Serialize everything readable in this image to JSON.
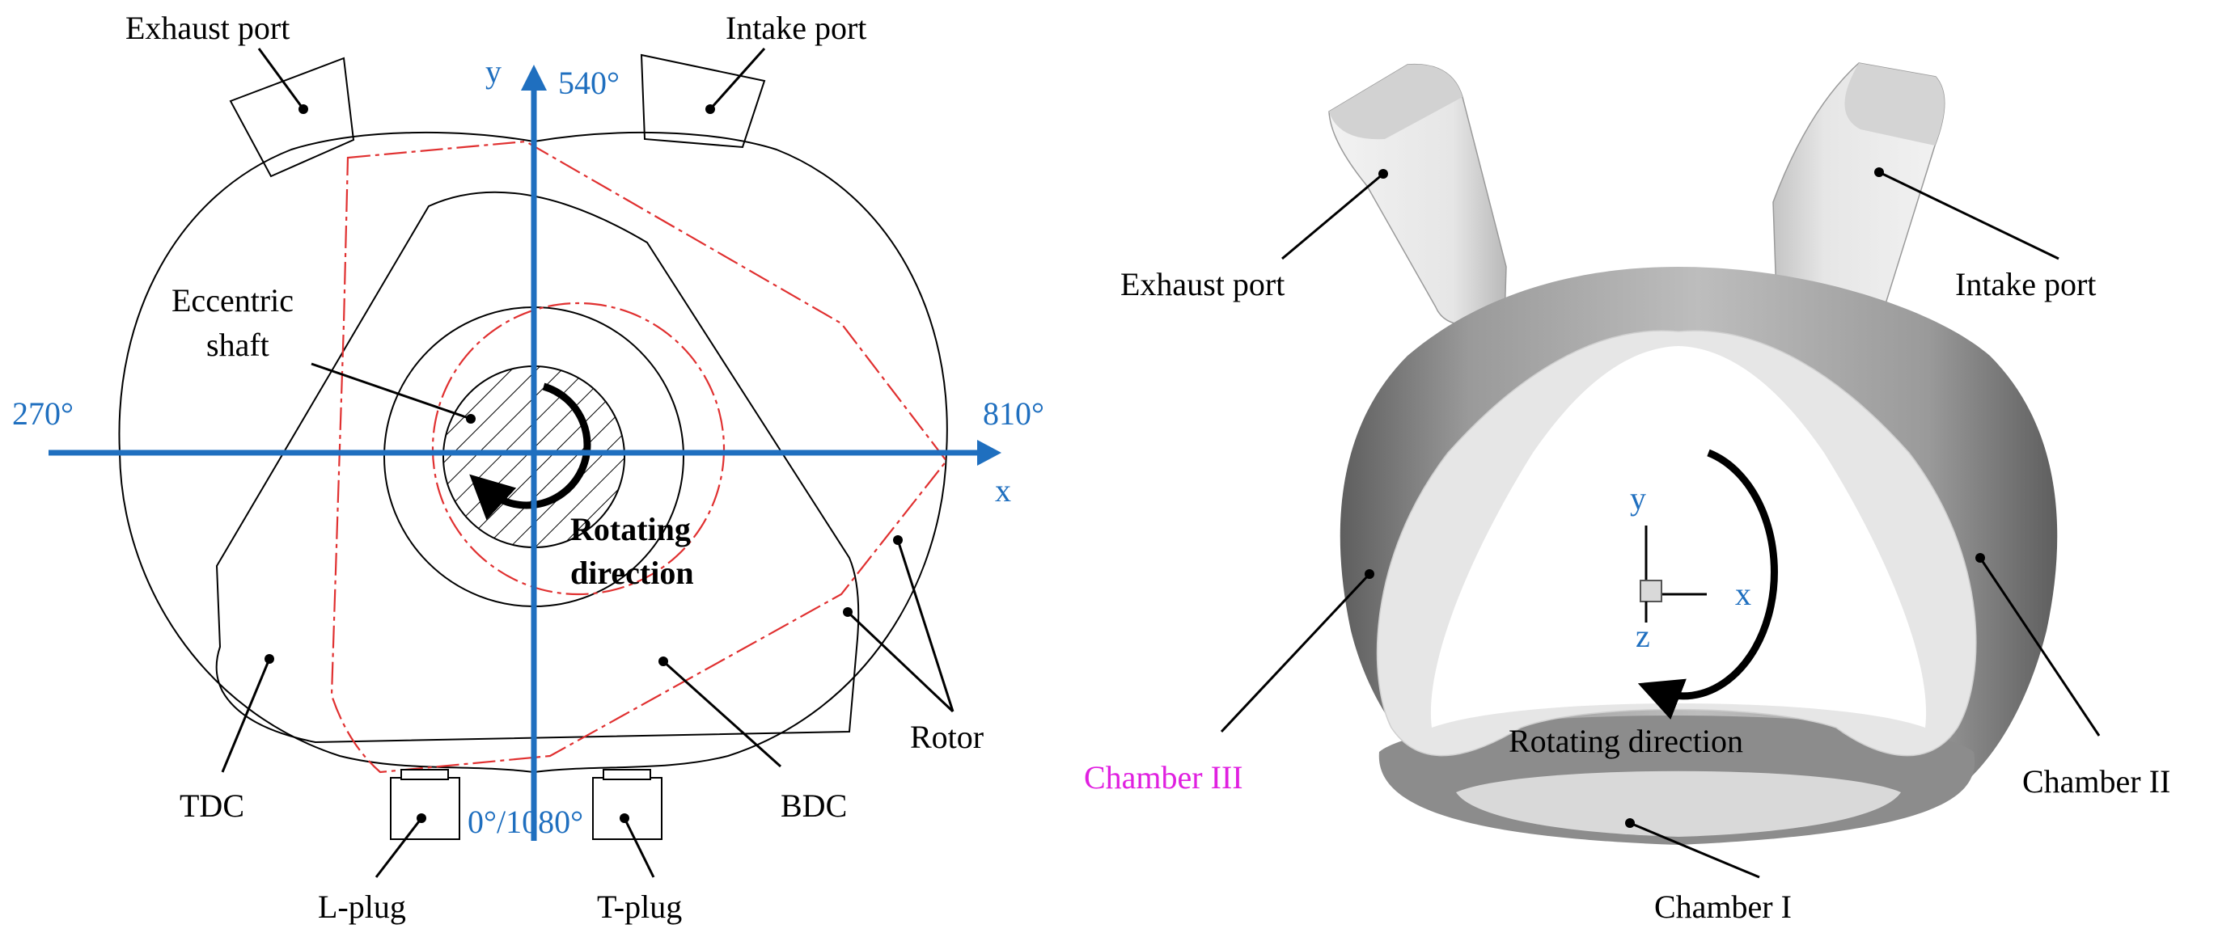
{
  "colors": {
    "axis_blue": "#1f6fbf",
    "rotor_red": "#e03030",
    "chamber_iii_magenta": "#e020e0",
    "housing_light": "#e4e4e4",
    "housing_mid": "#9a9a9a",
    "housing_dark": "#6e6e6e"
  },
  "left_diagram": {
    "axis_y_label": "y",
    "axis_x_label": "x",
    "angle_top": "540°",
    "angle_left": "270°",
    "angle_right": "810°",
    "angle_bottom": "0°/1080°",
    "exhaust_port": "Exhaust port",
    "intake_port": "Intake port",
    "eccentric_shaft_line1": "Eccentric",
    "eccentric_shaft_line2": "shaft",
    "rotating_line1": "Rotating",
    "rotating_line2": "direction",
    "tdc": "TDC",
    "bdc": "BDC",
    "rotor": "Rotor",
    "l_plug": "L-plug",
    "t_plug": "T-plug"
  },
  "right_diagram": {
    "exhaust_port": "Exhaust port",
    "intake_port": "Intake port",
    "chamber_i": "Chamber I",
    "chamber_ii": "Chamber II",
    "chamber_iii": "Chamber III",
    "rotating_direction": "Rotating direction",
    "triad_y": "y",
    "triad_x": "x",
    "triad_z": "z"
  }
}
